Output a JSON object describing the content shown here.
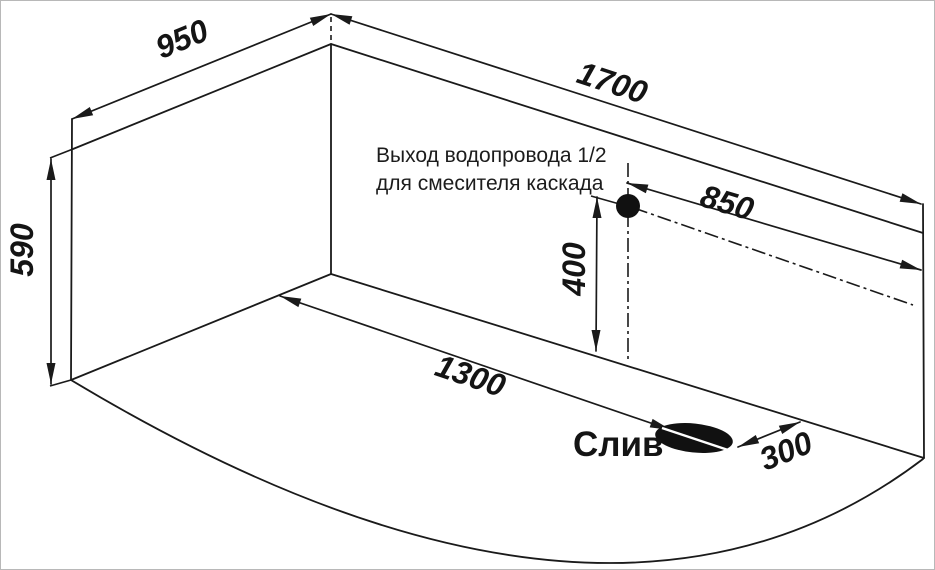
{
  "drawing": {
    "dimensions": {
      "d950": "950",
      "d1700": "1700",
      "d590": "590",
      "d850": "850",
      "d400": "400",
      "d1300": "1300",
      "d300": "300"
    },
    "notes": {
      "outlet_line1": "Выход водопровода 1/2",
      "outlet_line2": "для смесителя каскада",
      "drain": "Слив"
    },
    "colors": {
      "ink": "#1a1a1a",
      "background": "#ffffff"
    }
  }
}
